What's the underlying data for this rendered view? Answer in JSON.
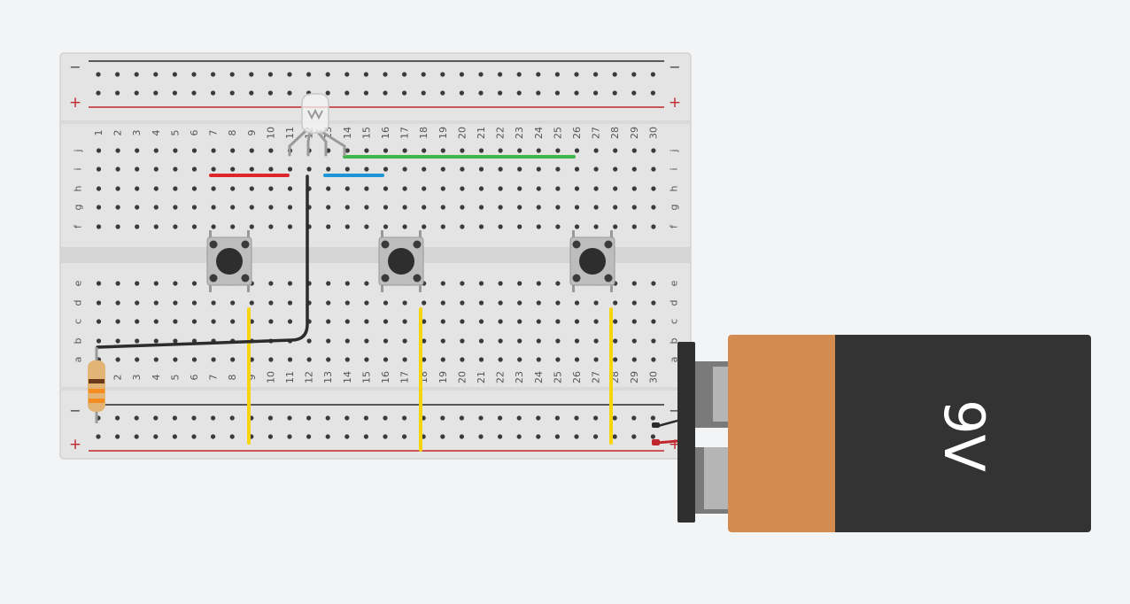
{
  "breadboard": {
    "rail_symbols": {
      "minus": "−",
      "plus": "+"
    },
    "row_letters_top": [
      "j",
      "i",
      "h",
      "g",
      "f"
    ],
    "row_letters_bottom": [
      "e",
      "d",
      "c",
      "b",
      "a"
    ],
    "column_numbers": [
      "1",
      "2",
      "3",
      "4",
      "5",
      "6",
      "7",
      "8",
      "9",
      "10",
      "11",
      "12",
      "13",
      "14",
      "15",
      "16",
      "17",
      "18",
      "19",
      "20",
      "21",
      "22",
      "23",
      "24",
      "25",
      "26",
      "27",
      "28",
      "29",
      "30"
    ],
    "columns": 30
  },
  "battery": {
    "label": "9V"
  },
  "colors": {
    "background": "#f2f4f6",
    "board": "#e4e4e4",
    "hole": "#3a3a3a",
    "rail_minus": "#2b2b2b",
    "rail_plus": "#c0262d",
    "wire_red": "#e0262d",
    "wire_green": "#3cb54a",
    "wire_blue": "#1c96d4",
    "wire_black": "#2c2c2c",
    "wire_yellow": "#f7d40c",
    "battery_copper": "#d38b4f",
    "battery_body": "#333333"
  },
  "components": {
    "rgb_led": "rgb-led",
    "pushbuttons": 3,
    "resistor": "resistor",
    "battery": "9V battery"
  }
}
